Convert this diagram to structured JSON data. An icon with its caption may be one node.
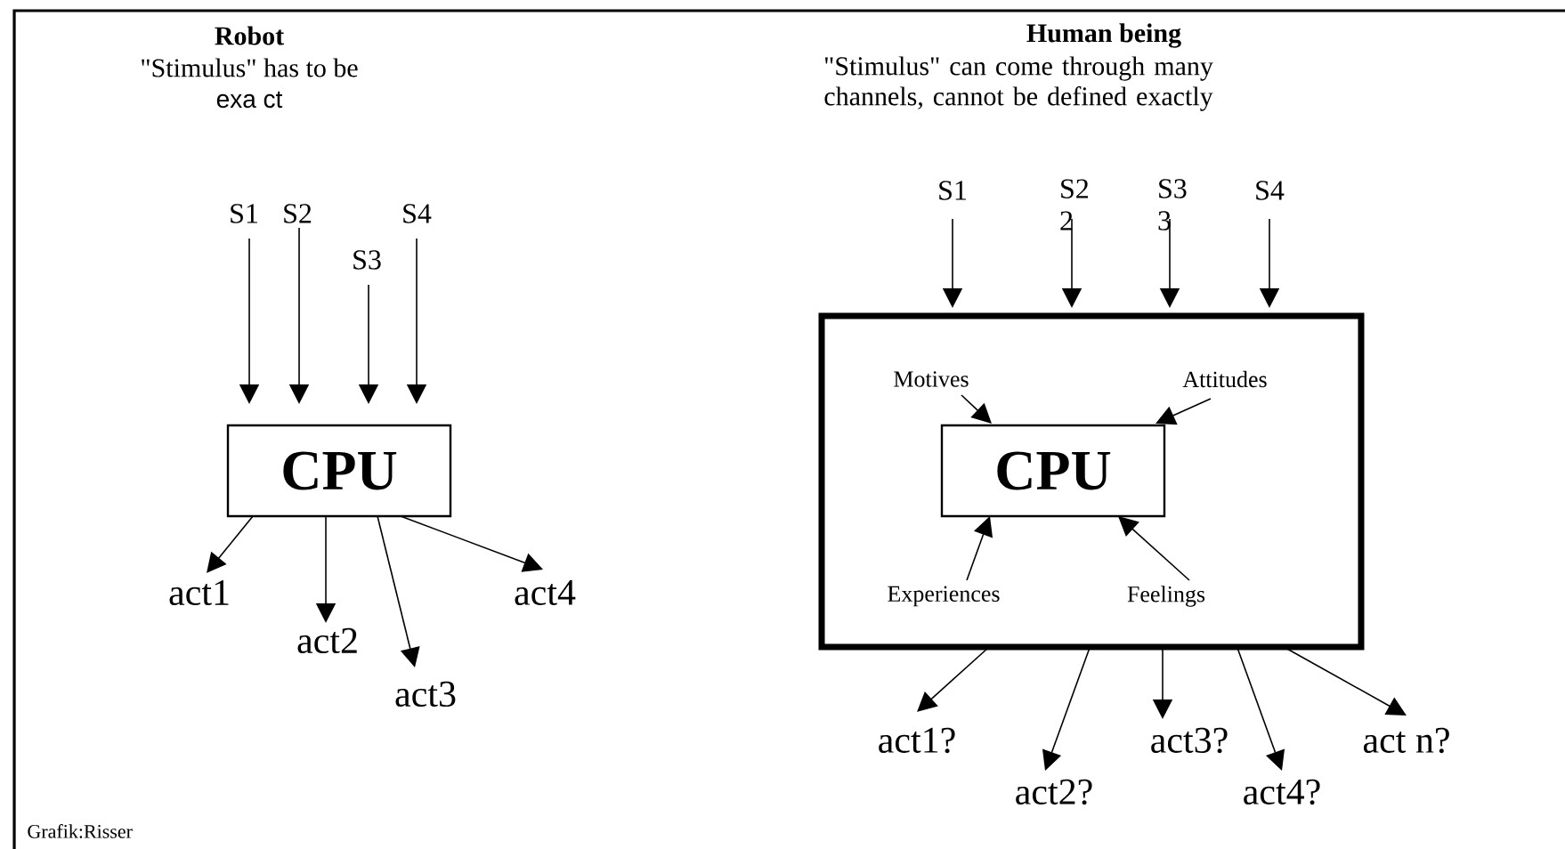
{
  "diagram": {
    "nodes": [
      {
        "text": [
          "S1"
        ]
      },
      {
        "text": [
          "S2"
        ]
      },
      {
        "text": [
          "S3"
        ]
      },
      {
        "text": [
          "S4"
        ]
      },
      {
        "text": [
          "CPU"
        ]
      },
      {
        "text": [
          "act1"
        ]
      },
      {
        "text": [
          "act2"
        ]
      },
      {
        "text": [
          "act3"
        ]
      },
      {
        "text": [
          "act4"
        ]
      },
      {
        "text": [
          "S1"
        ]
      },
      {
        "text": [
          "S2 2"
        ]
      },
      {
        "text": [
          "S3 3"
        ]
      },
      {
        "text": [
          "S4"
        ]
      },
      {
        "text": [],
        "shape": "box"
      },
      {
        "text": [
          "Motives"
        ],
        "in": 13
      },
      {
        "text": [
          "Attitudes"
        ],
        "in": 13
      },
      {
        "text": [
          "CPU"
        ],
        "in": 13
      },
      {
        "text": [
          "Experiences"
        ],
        "in": 13
      },
      {
        "text": [
          "Feelings"
        ],
        "in": 13
      },
      {
        "text": [
          "act1?"
        ]
      },
      {
        "text": [
          "act2?"
        ]
      },
      {
        "text": [
          "act3?"
        ]
      },
      {
        "text": [
          "act4?"
        ]
      },
      {
        "text": [
          "act n?"
        ]
      }
    ],
    "edges": [
      {
        "from": 0,
        "to": 4,
        "arrow": "to"
      },
      {
        "from": 1,
        "to": 4,
        "arrow": "to"
      },
      {
        "from": 2,
        "to": 4,
        "arrow": "to"
      },
      {
        "from": 3,
        "to": 4,
        "arrow": "to"
      },
      {
        "from": 4,
        "to": 5,
        "arrow": "to"
      },
      {
        "from": 4,
        "to": 6,
        "arrow": "to"
      },
      {
        "from": 4,
        "to": 7,
        "arrow": "to"
      },
      {
        "from": 4,
        "to": 8,
        "arrow": "to"
      },
      {
        "from": 9,
        "to": 13,
        "arrow": "to"
      },
      {
        "from": 10,
        "to": 13,
        "arrow": "to"
      },
      {
        "from": 11,
        "to": 13,
        "arrow": "to"
      },
      {
        "from": 12,
        "to": 13,
        "arrow": "to"
      },
      {
        "from": 14,
        "to": 16,
        "arrow": "to"
      },
      {
        "from": 15,
        "to": 16,
        "arrow": "to"
      },
      {
        "from": 17,
        "to": 16,
        "arrow": "to"
      },
      {
        "from": 18,
        "to": 16,
        "arrow": "to"
      },
      {
        "from": 13,
        "to": 19,
        "arrow": "to"
      },
      {
        "from": 13,
        "to": 20,
        "arrow": "to"
      },
      {
        "from": 13,
        "to": 21,
        "arrow": "to"
      },
      {
        "from": 13,
        "to": 22,
        "arrow": "to"
      },
      {
        "from": 13,
        "to": 23,
        "arrow": "to"
      }
    ],
    "labels": [
      "Robot",
      "\"Stimulus\" has to be",
      "exa ct",
      "Human being",
      "\"Stimulus\" can come through many channels, cannot be defined exactly",
      "Grafik:Risser"
    ]
  }
}
